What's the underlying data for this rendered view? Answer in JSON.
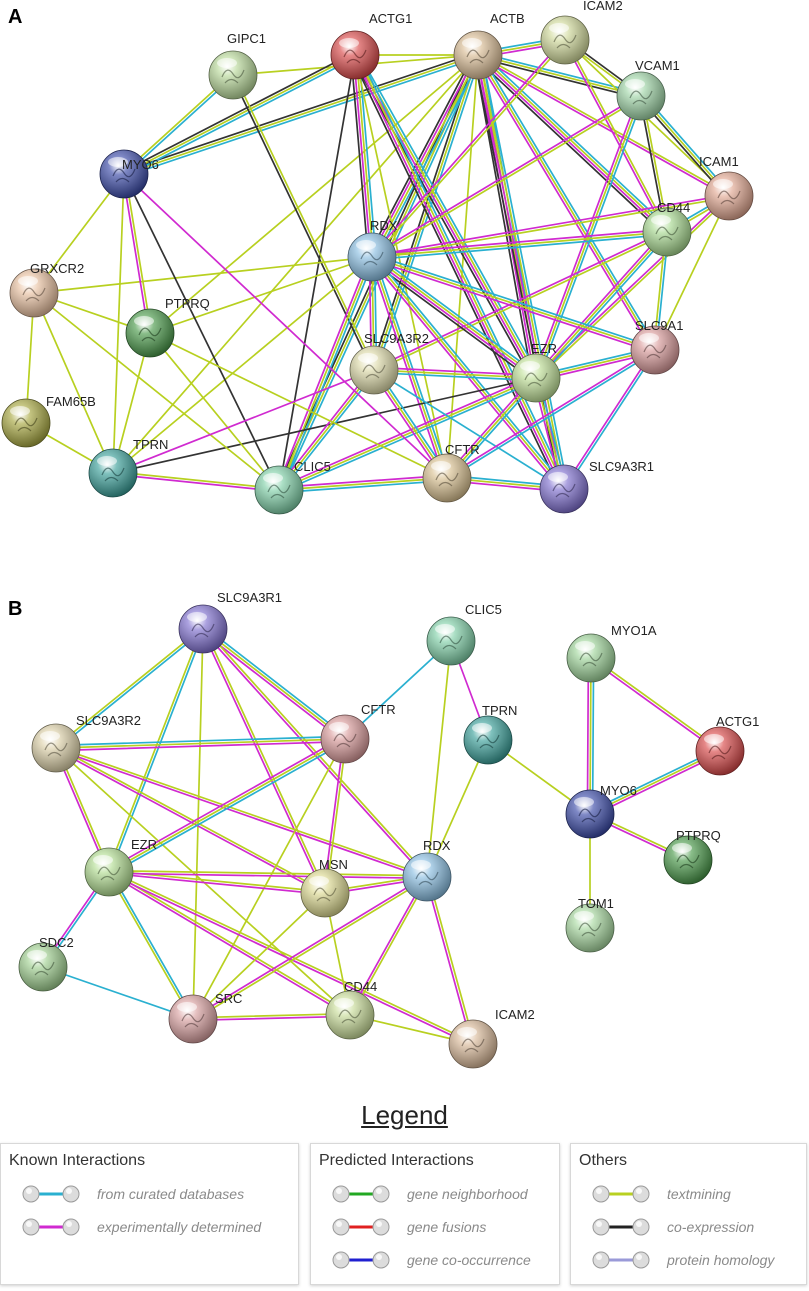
{
  "panels": [
    {
      "label": "A",
      "nodes": [
        {
          "name": "ACTG1",
          "color": "#d84848"
        },
        {
          "name": "ACTB",
          "color": "#d8bb94"
        },
        {
          "name": "ICAM2",
          "color": "#d0d89a"
        },
        {
          "name": "GIPC1",
          "color": "#b8d89a"
        },
        {
          "name": "VCAM1",
          "color": "#9ed4a6"
        },
        {
          "name": "MYO6",
          "color": "#3a4aa8"
        },
        {
          "name": "ICAM1",
          "color": "#e0a690"
        },
        {
          "name": "RDX",
          "color": "#88bde0"
        },
        {
          "name": "CD44",
          "color": "#a8d890"
        },
        {
          "name": "GRXCR2",
          "color": "#e8c0a0"
        },
        {
          "name": "PTPRQ",
          "color": "#4a9a4a"
        },
        {
          "name": "SLC9A1",
          "color": "#d89a9a"
        },
        {
          "name": "SLC9A3R2",
          "color": "#dcd8a8"
        },
        {
          "name": "EZR",
          "color": "#c0e098"
        },
        {
          "name": "FAM65B",
          "color": "#a8a840"
        },
        {
          "name": "TPRN",
          "color": "#3aa09a"
        },
        {
          "name": "CLIC5",
          "color": "#80d0a8"
        },
        {
          "name": "CFTR",
          "color": "#d8c090"
        },
        {
          "name": "SLC9A3R1",
          "color": "#8070d0"
        }
      ]
    },
    {
      "label": "B",
      "nodes": [
        {
          "name": "SLC9A3R1",
          "color": "#8070d0"
        },
        {
          "name": "CLIC5",
          "color": "#80d0a8"
        },
        {
          "name": "MYO1A",
          "color": "#9ed49a"
        },
        {
          "name": "SLC9A3R2",
          "color": "#dcd0a8"
        },
        {
          "name": "CFTR",
          "color": "#d89a9a"
        },
        {
          "name": "TPRN",
          "color": "#3aa09a"
        },
        {
          "name": "ACTG1",
          "color": "#d84848"
        },
        {
          "name": "MYO6",
          "color": "#3a4aa8"
        },
        {
          "name": "PTPRQ",
          "color": "#4a9a4a"
        },
        {
          "name": "EZR",
          "color": "#b0dc90"
        },
        {
          "name": "MSN",
          "color": "#dcd890"
        },
        {
          "name": "RDX",
          "color": "#88bde0"
        },
        {
          "name": "TOM1",
          "color": "#a8d8a0"
        },
        {
          "name": "SDC2",
          "color": "#a0d090"
        },
        {
          "name": "SRC",
          "color": "#d8a0a0"
        },
        {
          "name": "CD44",
          "color": "#c8dc98"
        },
        {
          "name": "ICAM2",
          "color": "#d8b898"
        }
      ]
    }
  ],
  "legend": {
    "title": "Legend",
    "groups": [
      {
        "heading": "Known Interactions",
        "items": [
          {
            "label": "from curated databases",
            "color": "#2ab0d0"
          },
          {
            "label": "experimentally determined",
            "color": "#d02ad0"
          }
        ]
      },
      {
        "heading": "Predicted Interactions",
        "items": [
          {
            "label": "gene neighborhood",
            "color": "#22a822"
          },
          {
            "label": "gene fusions",
            "color": "#e02020"
          },
          {
            "label": "gene co-occurrence",
            "color": "#2020d0"
          }
        ]
      },
      {
        "heading": "Others",
        "items": [
          {
            "label": "textmining",
            "color": "#b8d020"
          },
          {
            "label": "co-expression",
            "color": "#222222"
          },
          {
            "label": "protein homology",
            "color": "#9a9ad8"
          }
        ]
      }
    ]
  },
  "edge_colors": {
    "database": "#2ab0d0",
    "experimental": "#d02ad0",
    "textmining": "#b8d020",
    "coexpression": "#333333"
  }
}
